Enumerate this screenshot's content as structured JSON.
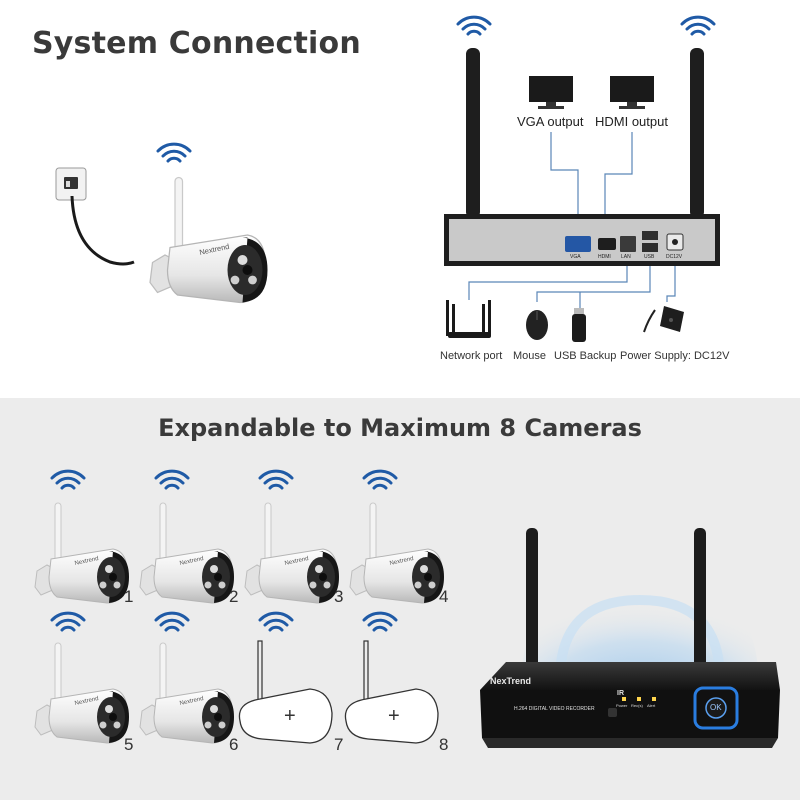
{
  "titles": {
    "system_connection": "System Connection",
    "expandable": "Expandable to Maximum 8 Cameras"
  },
  "brand": "NexTrend",
  "nvr_front": {
    "model_text": "H.264 DIGITAL VIDEO RECORDER",
    "ir": "IR",
    "indicators": [
      "Power",
      "Rec(s)",
      "Alert"
    ],
    "ok": "OK"
  },
  "rear_ports": [
    "VGA",
    "HDMI",
    "LAN",
    "USB",
    "DC12V"
  ],
  "outputs": [
    "VGA output",
    "HDMI output"
  ],
  "peripherals": [
    "Network port",
    "Mouse",
    "USB Backup",
    "Power Supply: DC12V"
  ],
  "cameras": [
    {
      "number": "1",
      "installed": true
    },
    {
      "number": "2",
      "installed": true
    },
    {
      "number": "3",
      "installed": true
    },
    {
      "number": "4",
      "installed": true
    },
    {
      "number": "5",
      "installed": true
    },
    {
      "number": "6",
      "installed": true
    },
    {
      "number": "7",
      "installed": false,
      "slot_symbol": "+"
    },
    {
      "number": "8",
      "installed": false,
      "slot_symbol": "+"
    }
  ],
  "colors": {
    "wifi": "#1f5aa6",
    "connector_line": "#5a86b8",
    "nvr_body": "#1a1a1a",
    "nvr_panel": "#c9c9c9",
    "bottom_bg": "#ececec",
    "halo": "#a9cdee",
    "ok_ring": "#2a7de0"
  },
  "icons": [
    "wifi-icon",
    "monitor-icon",
    "router-icon",
    "mouse-icon",
    "usb-drive-icon",
    "power-adapter-icon",
    "power-outlet-icon"
  ]
}
